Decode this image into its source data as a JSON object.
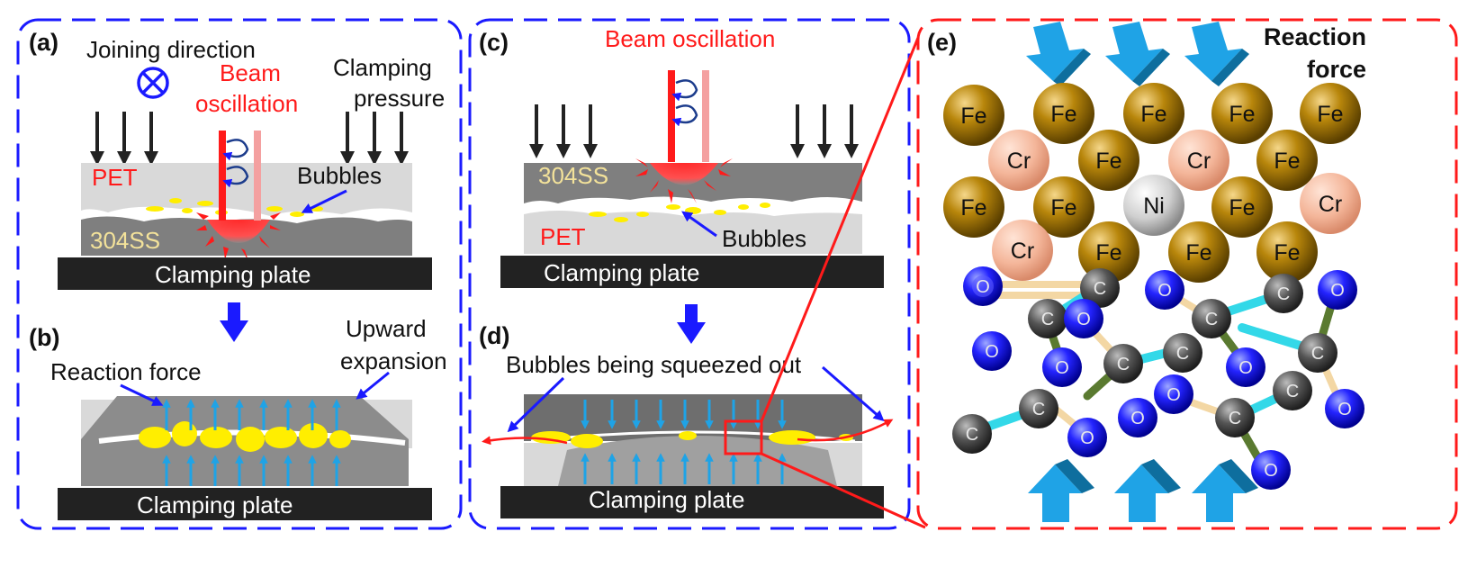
{
  "panels": {
    "a": {
      "tag": "(a)",
      "joining_direction": "Joining direction",
      "beam_oscillation": [
        "Beam",
        "oscillation"
      ],
      "clamping_pressure": [
        "Clamping",
        "pressure"
      ],
      "top_material": "PET",
      "bottom_material": "304SS",
      "bubbles": "Bubbles",
      "plate": "Clamping plate"
    },
    "b": {
      "tag": "(b)",
      "reaction_force": "Reaction force",
      "upward_expansion": [
        "Upward",
        "expansion"
      ],
      "plate": "Clamping plate"
    },
    "c": {
      "tag": "(c)",
      "beam_oscillation": "Beam oscillation",
      "top_material": "304SS",
      "bottom_material": "PET",
      "bubbles": "Bubbles",
      "plate": "Clamping plate"
    },
    "d": {
      "tag": "(d)",
      "bubbles_squeezed": "Bubbles being squeezed out",
      "plate": "Clamping plate"
    },
    "e": {
      "tag": "(e)",
      "reaction_force": [
        "Reaction",
        "force"
      ]
    }
  },
  "atoms": {
    "fe": "Fe",
    "cr": "Cr",
    "ni": "Ni",
    "c": "C",
    "o": "O"
  },
  "colors": {
    "panel_border_blue": "#1a1aff",
    "panel_border_red": "#ff1a1a",
    "beam_red": "#ff1a1a",
    "bubble_yellow": "#ffee00",
    "arrow_blue": "#1fa3e6",
    "plate_black": "#222222",
    "fe": "#b8860b",
    "cr": "#f4b69a",
    "ni": "#c8c8c8",
    "o": "#2424ff",
    "c": "#555555"
  }
}
